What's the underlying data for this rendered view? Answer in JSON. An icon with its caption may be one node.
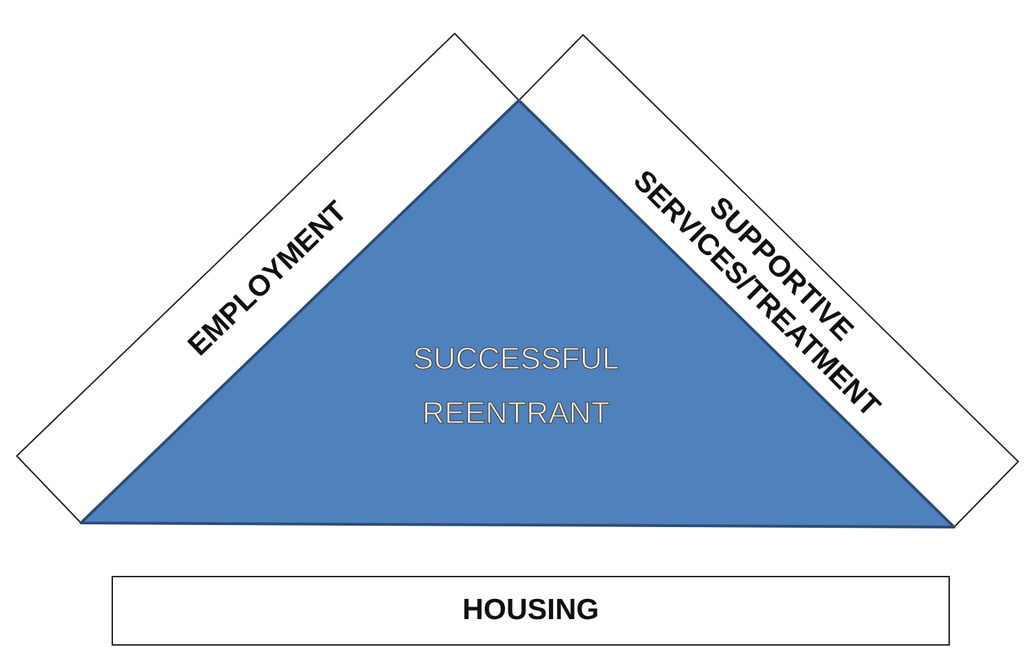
{
  "diagram": {
    "nodes": [
      {
        "text": [
          "EMPLOYMENT"
        ]
      },
      {
        "text": [
          "SUCCESSFUL REENTRANT"
        ]
      },
      {
        "text": [
          "SUPPORTIVE SERVICES/TREATMENT"
        ]
      },
      {
        "text": [
          "HOUSING"
        ]
      }
    ]
  }
}
